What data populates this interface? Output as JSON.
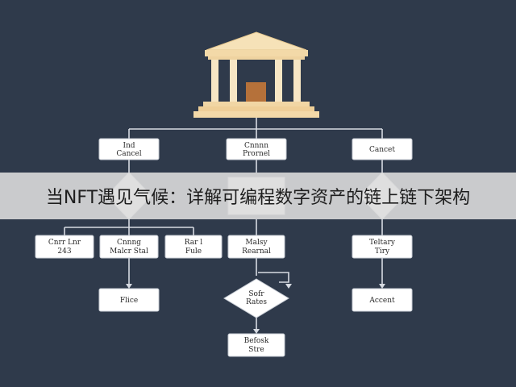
{
  "banner": {
    "title": "当NFT遇见气候：详解可编程数字资产的链上链下架构"
  },
  "colors": {
    "background": "#2f3a4b",
    "node_fill": "#ffffff",
    "edge": "#d7dbe2",
    "temple": "#f3d9a8"
  },
  "icons": {
    "top": "greek-temple-icon"
  },
  "nodes": [
    {
      "id": "n1",
      "label": [
        "Ind",
        "Cancel"
      ]
    },
    {
      "id": "n2",
      "label": [
        "Cnnnn",
        "Prornel"
      ]
    },
    {
      "id": "n3",
      "label": [
        "Cancet"
      ]
    },
    {
      "id": "n4",
      "label": [
        "Cnrr Lnr",
        "243"
      ]
    },
    {
      "id": "n5",
      "label": [
        "Cnnng",
        "Malcr Stal"
      ]
    },
    {
      "id": "n6",
      "label": [
        "Rar l",
        "Fule"
      ]
    },
    {
      "id": "n7",
      "label": [
        "Malsy",
        "Rearnal"
      ]
    },
    {
      "id": "n8",
      "label": [
        "Teltary",
        "Tiry"
      ]
    },
    {
      "id": "n9",
      "label": [
        "Flice"
      ]
    },
    {
      "id": "n10",
      "label": [
        "Sofr",
        "Rates"
      ]
    },
    {
      "id": "n11",
      "label": [
        "Accent"
      ]
    },
    {
      "id": "n12",
      "label": [
        "Befosk",
        "Stre"
      ]
    }
  ]
}
